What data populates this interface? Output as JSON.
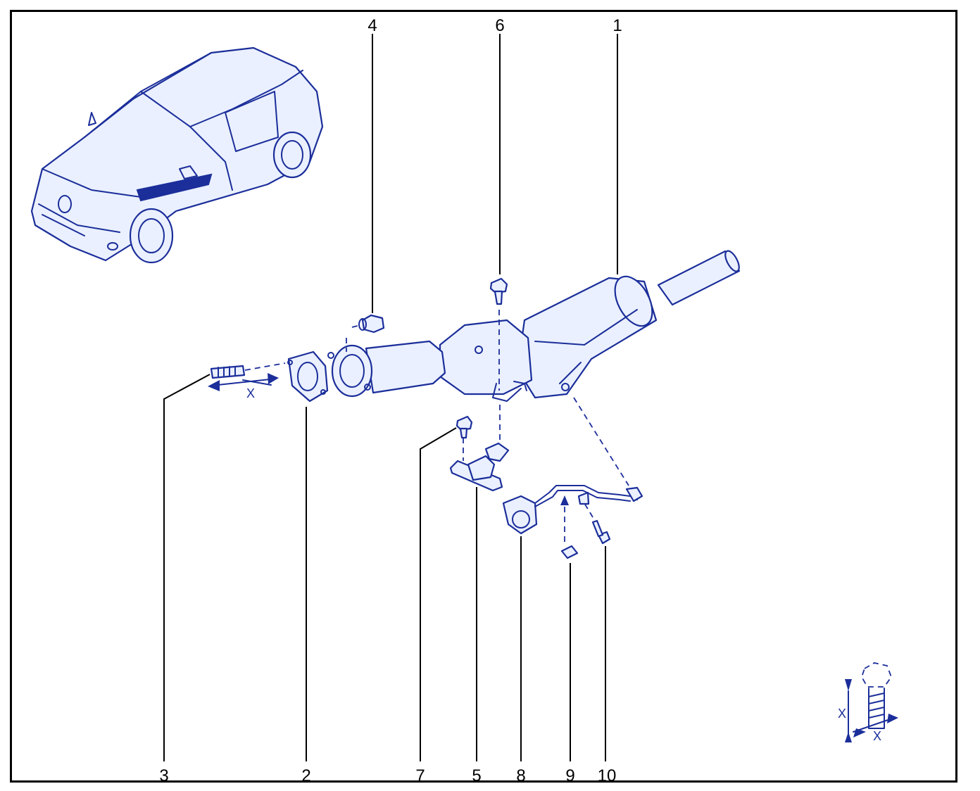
{
  "callouts": [
    {
      "id": "1",
      "label": "1"
    },
    {
      "id": "2",
      "label": "2"
    },
    {
      "id": "3",
      "label": "3"
    },
    {
      "id": "4",
      "label": "4"
    },
    {
      "id": "5",
      "label": "5"
    },
    {
      "id": "6",
      "label": "6"
    },
    {
      "id": "7",
      "label": "7"
    },
    {
      "id": "8",
      "label": "8"
    },
    {
      "id": "9",
      "label": "9"
    },
    {
      "id": "10",
      "label": "10"
    }
  ],
  "dimensions": {
    "stud_length": "X",
    "bolt_length": "X",
    "bolt_diameter": "X"
  },
  "colors": {
    "line_art": "#1b2e9a",
    "fill": "#eaf0ff",
    "leader": "#000000"
  }
}
